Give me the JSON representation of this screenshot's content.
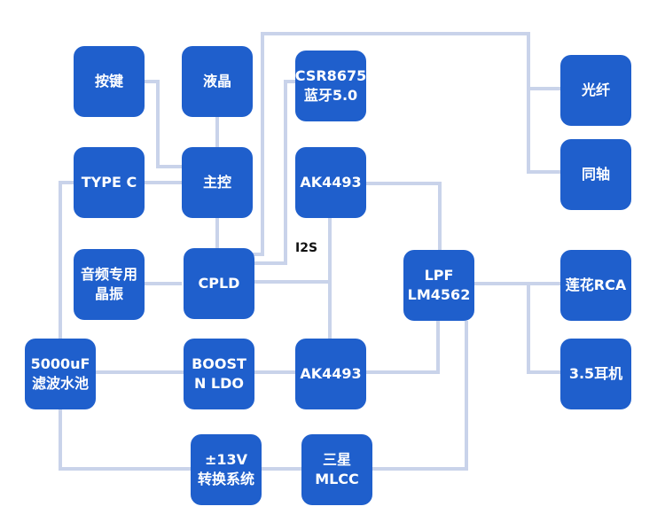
{
  "diagram": {
    "nodes": {
      "anjian": "按键",
      "yejing": "液晶",
      "csr": "CSR8675\n蓝牙5.0",
      "guangxian": "光纤",
      "typec": "TYPE C",
      "zhukong": "主控",
      "ak4493_top": "AK4493",
      "tongzhou": "同轴",
      "jingzhen": "音频专用\n晶振",
      "cpld": "CPLD",
      "lpf": "LPF\nLM4562",
      "rca": "莲花RCA",
      "cap": "5000uF\n滤波水池",
      "boost": "BOOST\nN LDO",
      "ak4493_bottom": "AK4493",
      "earphone": "3.5耳机",
      "power": "±13V\n转换系统",
      "mlcc": "三星\nMLCC"
    },
    "i2s_label": "I2S"
  },
  "colors": {
    "node": "#1f5fcc",
    "wire": "#c9d3ea"
  }
}
